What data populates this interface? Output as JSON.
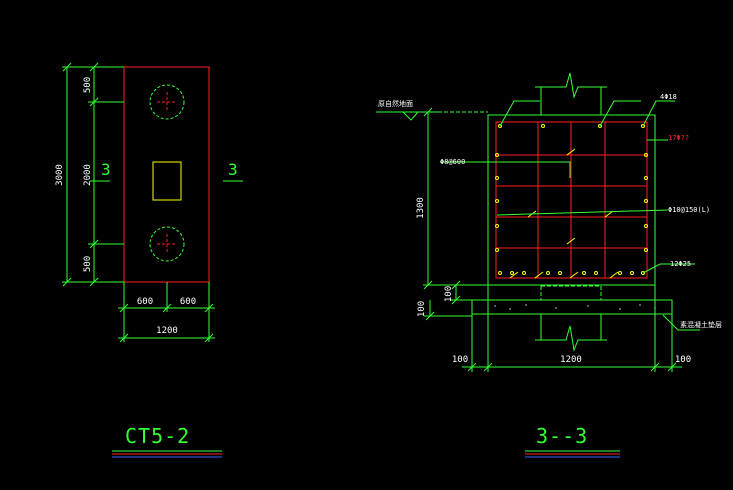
{
  "plan": {
    "title": "CT5-2",
    "dim_top": "500",
    "dim_mid": "2000",
    "dim_bottom": "500",
    "dim_total": "3000",
    "dim_left_half": "600",
    "dim_right_half": "600",
    "dim_width": "1200",
    "section_mark_left": "3",
    "section_mark_right": "3"
  },
  "section": {
    "title": "3--3",
    "ground_label": "原自然地面",
    "height_main": "1300",
    "height_base": "100",
    "height_pad": "100",
    "width": "1200",
    "offset_left": "100",
    "offset_right": "100",
    "note_top_bars": "4Φ18",
    "note_red": "17Φ??",
    "note_stirrup": "Φ8@600",
    "note_tie": "Φ10@150(L)",
    "note_bottom_bars": "12Φ25",
    "note_cushion": "素混凝土垫层"
  },
  "colors": {
    "background": "#000000",
    "dimension": "#33ff33",
    "outline": "#ff2020",
    "rebar": "#ffff00",
    "text": "#ffffff"
  }
}
